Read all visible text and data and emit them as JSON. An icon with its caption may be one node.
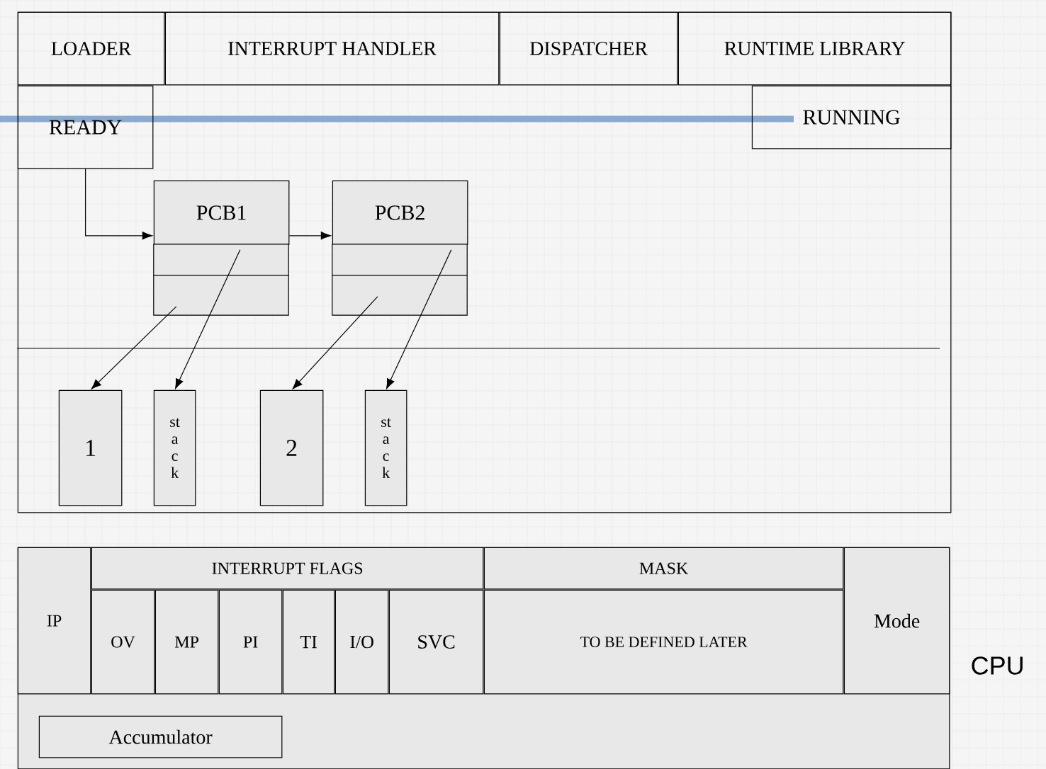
{
  "diagram": {
    "nodes": [
      {
        "text": [],
        "shape": "box"
      },
      {
        "text": [
          "LOADER"
        ],
        "in": 0
      },
      {
        "text": [
          "INTERRUPT HANDLER"
        ],
        "in": 0
      },
      {
        "text": [
          "DISPATCHER"
        ],
        "in": 0
      },
      {
        "text": [
          "RUNTIME LIBRARY"
        ],
        "in": 0
      },
      {
        "text": [
          "READY"
        ],
        "in": 0
      },
      {
        "text": [
          "RUNNING"
        ],
        "in": 0
      },
      {
        "text": [
          "PCB1"
        ],
        "in": 0
      },
      {
        "text": [
          "PCB2"
        ],
        "in": 0
      },
      {
        "text": [
          "1"
        ],
        "in": 0
      },
      {
        "text": [
          "st a c k"
        ],
        "in": 0
      },
      {
        "text": [
          "2"
        ],
        "in": 0
      },
      {
        "text": [
          "st a c k"
        ],
        "in": 0
      },
      {
        "text": [],
        "shape": "box",
        "beside": [
          "CPU"
        ]
      },
      {
        "text": [
          "IP"
        ],
        "in": 13
      },
      {
        "text": [
          "INTERRUPT FLAGS"
        ],
        "in": 13
      },
      {
        "text": [
          "OV"
        ],
        "in": 13
      },
      {
        "text": [
          "MP"
        ],
        "in": 13
      },
      {
        "text": [
          "PI"
        ],
        "in": 13
      },
      {
        "text": [
          "TI"
        ],
        "in": 13
      },
      {
        "text": [
          "I/O"
        ],
        "in": 13
      },
      {
        "text": [
          "SVC"
        ],
        "in": 13
      },
      {
        "text": [
          "MASK"
        ],
        "in": 13
      },
      {
        "text": [
          "TO BE DEFINED LATER"
        ],
        "in": 13
      },
      {
        "text": [
          "Mode"
        ],
        "in": 13
      },
      {
        "text": [
          "Accumulator"
        ],
        "in": 13
      }
    ],
    "edges": [
      {
        "from": 5,
        "to": 7,
        "arrow": "to"
      },
      {
        "from": 7,
        "to": 8,
        "arrow": "to"
      },
      {
        "from": 7,
        "to": 9,
        "arrow": "to"
      },
      {
        "from": 7,
        "to": 10,
        "arrow": "to"
      },
      {
        "from": 8,
        "to": 11,
        "arrow": "to"
      },
      {
        "from": 8,
        "to": 12,
        "arrow": "to"
      }
    ]
  }
}
